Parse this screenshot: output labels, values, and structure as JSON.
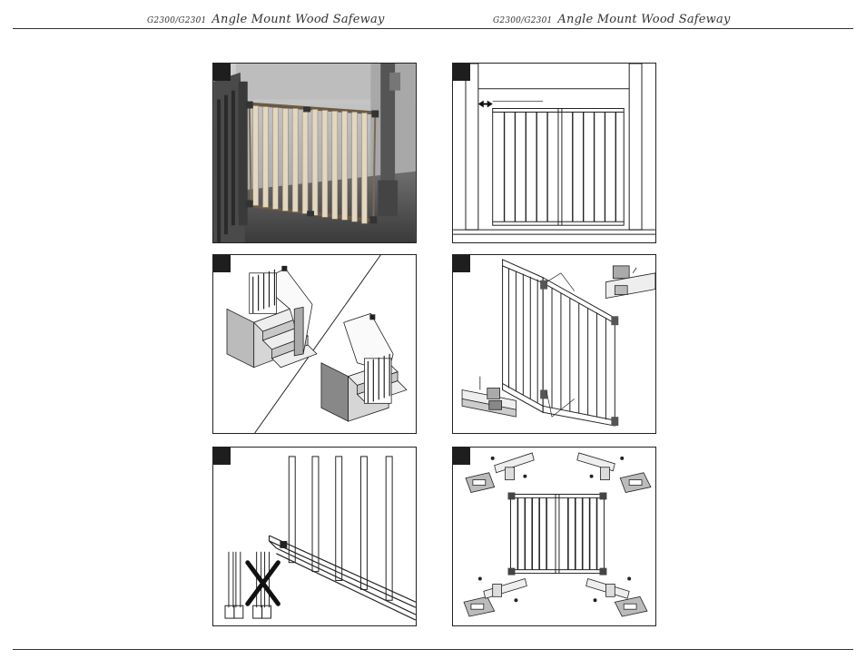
{
  "header": {
    "left": {
      "model": "G2300/G2301",
      "title": "Angle Mount Wood Safeway"
    },
    "right": {
      "model": "G2300/G2301",
      "title": "Angle Mount Wood Safeway"
    }
  },
  "panels": [
    {
      "id": "photo-installed-gate",
      "icon": "gate-photo"
    },
    {
      "id": "gate-measurement-diagram",
      "icon": "double-arrow-icon"
    },
    {
      "id": "stair-placement-diagram",
      "icon": "stairs-icon"
    },
    {
      "id": "gate-hardware-assembly",
      "icon": "bracket-icon"
    },
    {
      "id": "baluster-spacing-diagram",
      "icon": "x-mark-icon"
    },
    {
      "id": "mounting-bracket-diagram",
      "icon": "screw-icon"
    }
  ]
}
